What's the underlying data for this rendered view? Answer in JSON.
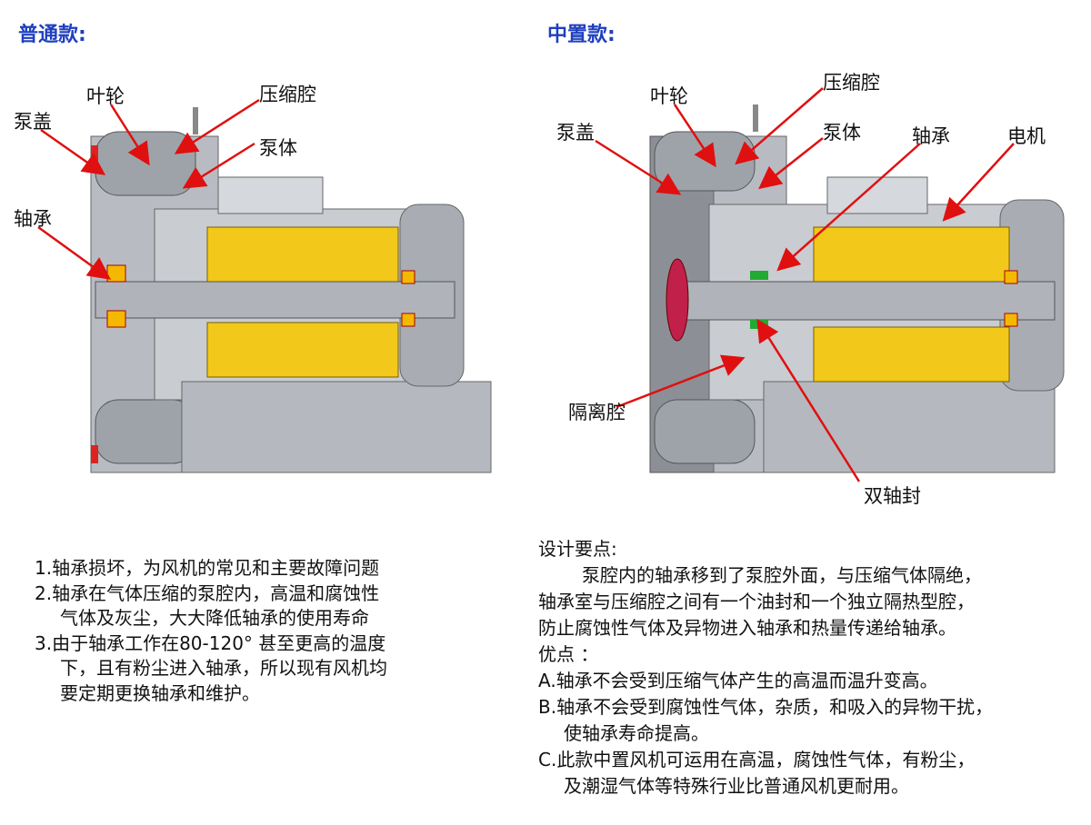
{
  "left": {
    "title": "普通款:",
    "labels": {
      "pump_cover": "泵盖",
      "impeller": "叶轮",
      "compression_chamber": "压缩腔",
      "pump_body": "泵体",
      "bearing": "轴承"
    },
    "notes": [
      "1.轴承损坏，为风机的常见和主要故障问题",
      "2.轴承在气体压缩的泵腔内，高温和腐蚀性",
      "气体及灰尘，大大降低轴承的使用寿命",
      "3.由于轴承工作在80-120° 甚至更高的温度",
      "下，且有粉尘进入轴承，所以现有风机均",
      "要定期更换轴承和维护。"
    ]
  },
  "right": {
    "title": "中置款:",
    "labels": {
      "pump_cover": "泵盖",
      "impeller": "叶轮",
      "compression_chamber": "压缩腔",
      "pump_body": "泵体",
      "bearing": "轴承",
      "motor": "电机",
      "isolation_chamber": "隔离腔",
      "double_seal": "双轴封"
    },
    "design_heading": "设计要点:",
    "design": [
      "泵腔内的轴承移到了泵腔外面，与压缩气体隔绝，",
      "轴承室与压缩腔之间有一个油封和一个独立隔热型腔，",
      "防止腐蚀性气体及异物进入轴承和热量传递给轴承。"
    ],
    "advantages_heading": "优点 ：",
    "advantages": [
      "A.轴承不会受到压缩气体产生的高温而温升变高。",
      "B.轴承不会受到腐蚀性气体，杂质，和吸入的异物干扰，",
      "使轴承寿命提高。",
      "C.此款中置风机可运用在高温，腐蚀性气体，有粉尘，",
      "及潮湿气体等特殊行业比普通风机更耐用。"
    ]
  },
  "colors": {
    "title": "#1f3fbf",
    "arrow": "#e01010",
    "housing": "#b8bcc2",
    "coil": "#f2c81a"
  }
}
